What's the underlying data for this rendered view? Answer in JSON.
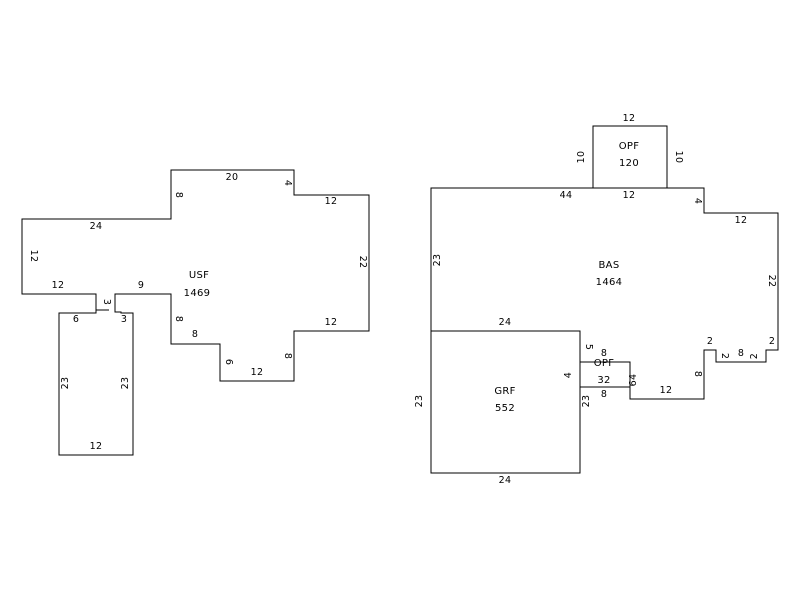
{
  "usf": {
    "code": "USF",
    "area": "1469",
    "dims": {
      "top_20": "20",
      "step_4": "4",
      "right_top_12": "12",
      "right_22": "22",
      "right_low_12": "12",
      "drop_8": "8",
      "bottom_12": "12",
      "step_6": "6",
      "lower_8": "8",
      "inner_8": "8",
      "inner_9": "9",
      "notch_3_right": "3",
      "notch_3_mid": "3",
      "notch_6": "6",
      "left_12": "12",
      "left_side_12": "12",
      "top_left_24": "24",
      "upper_8": "8",
      "wing_left_23": "23",
      "wing_right_23": "23",
      "wing_bottom_12": "12"
    }
  },
  "opf_top": {
    "code": "OPF",
    "area": "120",
    "dims": {
      "top_12": "12",
      "left_10": "10",
      "right_10": "10",
      "bottom_12": "12"
    }
  },
  "bas": {
    "code": "BAS",
    "area": "1464",
    "dims": {
      "top_44": "44",
      "step_4": "4",
      "right_top_12": "12",
      "right_22": "22",
      "notch_2_right": "2",
      "notch_8": "8",
      "notch_2_inner": "2",
      "notch_2_top": "2",
      "notch_2_left": "2",
      "drop_8": "8",
      "bottom_12": "12",
      "porch_64": "64",
      "left_23": "23",
      "mid_24": "24",
      "step_5": "5"
    }
  },
  "opf_small": {
    "code": "OPF",
    "area": "32",
    "dims": {
      "top_8": "8",
      "bottom_8": "8",
      "left_4": "4"
    }
  },
  "grf": {
    "code": "GRF",
    "area": "552",
    "dims": {
      "left_23": "23",
      "right_23": "23",
      "bottom_24": "24"
    }
  }
}
